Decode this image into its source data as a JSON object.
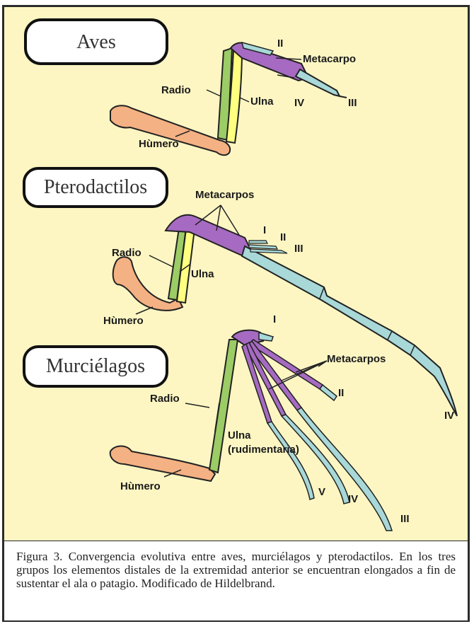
{
  "panels": [
    {
      "title": "Aves",
      "labels": {
        "radio": "Radio",
        "ulna": "Ulna",
        "humero": "Hùmero",
        "metacarpo": "Metacarpo",
        "d2": "II",
        "d3": "III",
        "d4": "IV"
      }
    },
    {
      "title": "Pterodactilos",
      "labels": {
        "radio": "Radio",
        "ulna": "Ulna",
        "humero": "Hùmero",
        "metacarpos": "Metacarpos",
        "d1": "I",
        "d2": "II",
        "d3": "III",
        "d4": "IV"
      }
    },
    {
      "title": "Murciélagos",
      "labels": {
        "radio": "Radio",
        "ulna": "Ulna",
        "ulna2": "(rudimentaria)",
        "humero": "Hùmero",
        "metacarpos": "Metacarpos",
        "d1": "I",
        "d2": "II",
        "d3": "III",
        "d4": "IV",
        "d5": "V"
      }
    }
  ],
  "caption": "Figura 3. Convergencia evolutiva entre aves, murciélagos y pterodactilos. En los tres grupos los elementos distales de la extremidad anterior se encuentran elongados a fin de sustentar el ala o patagio. Modificado de Hildelbrand.",
  "colors": {
    "background": "#fdf6c3",
    "humerus": "#f4b183",
    "radius": "#9ccc65",
    "ulna": "#ffff80",
    "metacarpal": "#a66ac2",
    "phalanx": "#a8d8d8"
  }
}
